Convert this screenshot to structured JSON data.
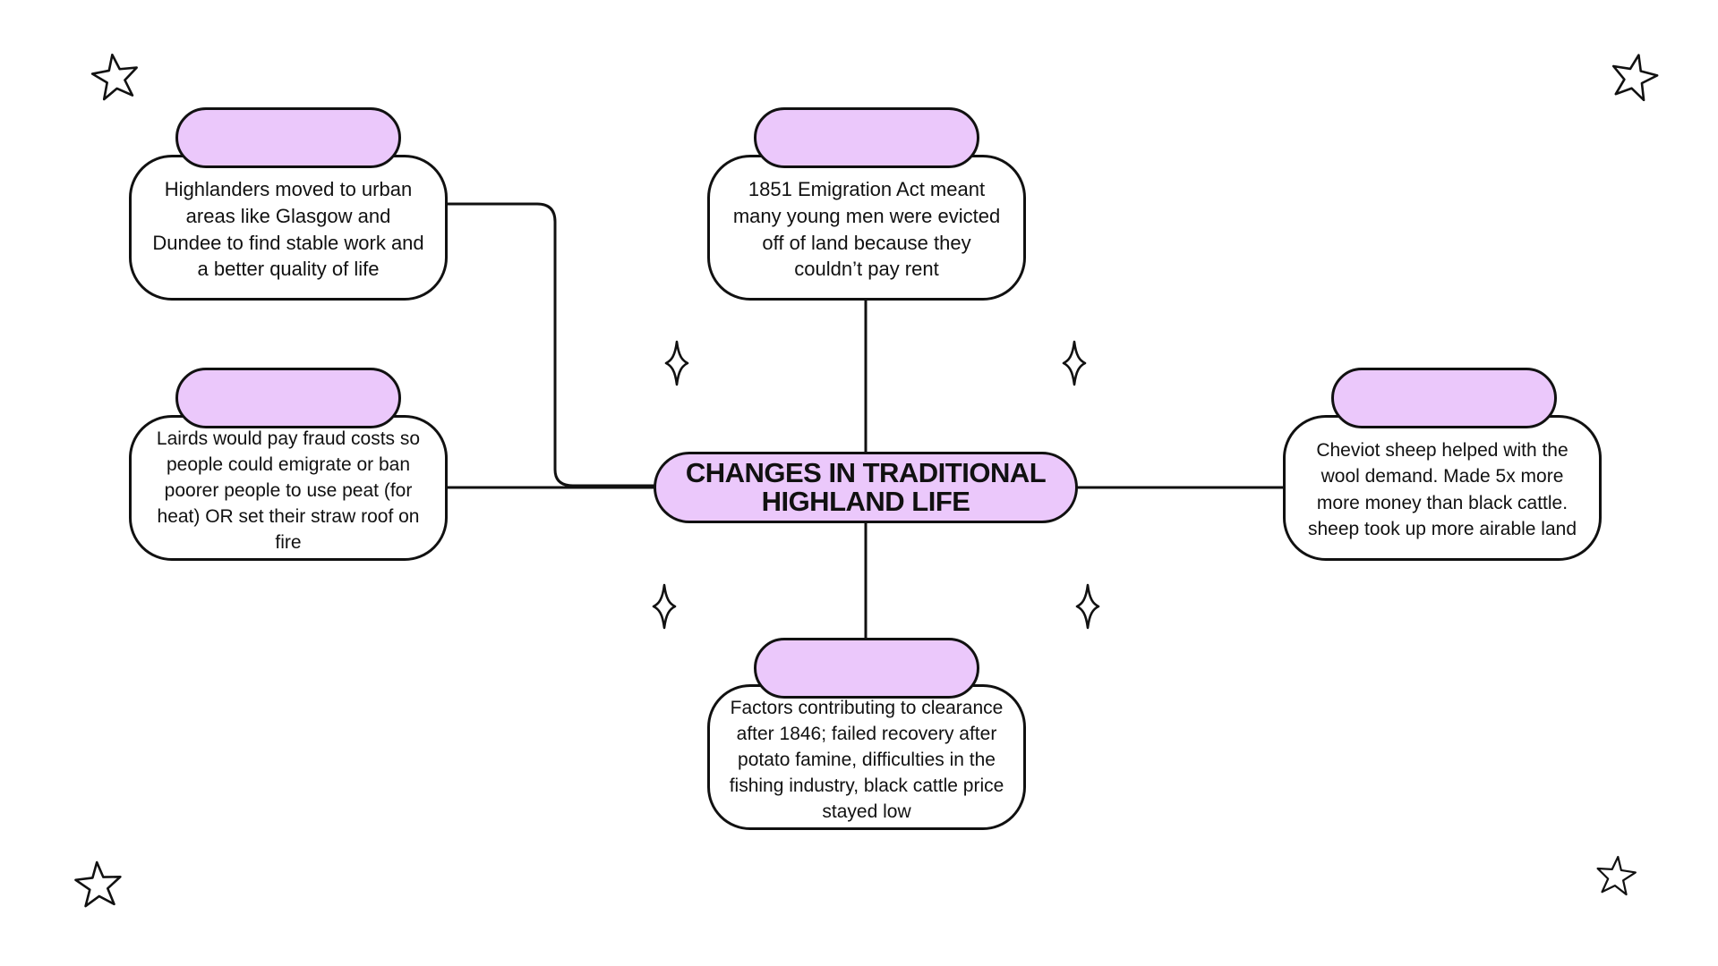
{
  "diagram": {
    "title": "CHANGES IN TRADITIONAL HIGHLAND LIFE",
    "accent_color": "#ebc8fb",
    "line_color": "#111111",
    "nodes": [
      {
        "id": "urban",
        "text": "Highlanders moved to urban areas like Glasgow and Dundee to find stable work and a better quality of life"
      },
      {
        "id": "emigration-act",
        "text": "1851 Emigration Act meant many young men were evicted off of land because they couldn’t pay rent"
      },
      {
        "id": "lairds",
        "text": "Lairds would pay fraud costs so people could emigrate or ban poorer people to use peat (for heat) OR set their straw roof on fire"
      },
      {
        "id": "cheviot",
        "text": "Cheviot sheep helped with the wool demand. Made 5x more more money than black cattle. sheep took up more airable land"
      },
      {
        "id": "factors",
        "text": "Factors contributing to clearance after 1846; failed recovery after potato famine, difficulties in the fishing industry, black cattle price stayed low"
      }
    ],
    "decorations": [
      "star-icon",
      "sparkle-icon"
    ]
  }
}
